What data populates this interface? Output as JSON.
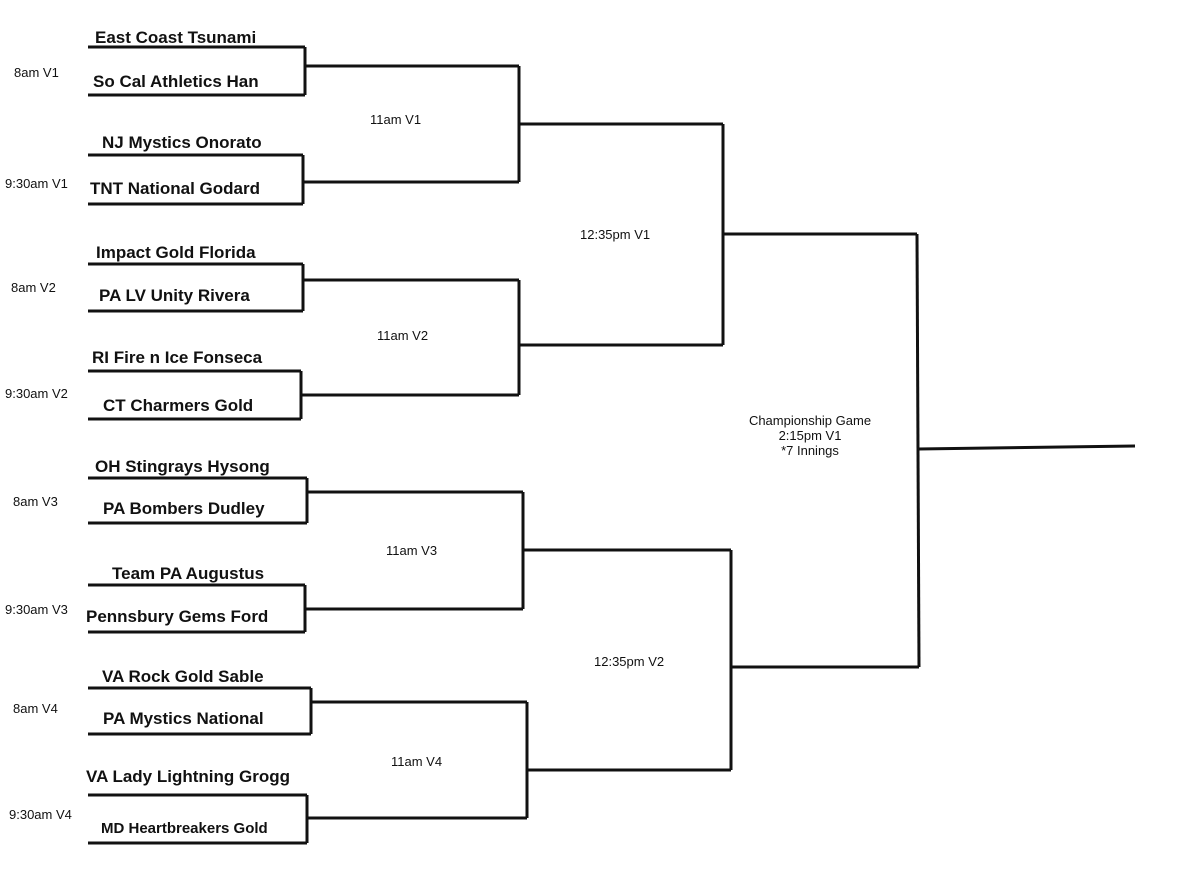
{
  "bracket": {
    "round1": {
      "games": [
        {
          "time": "8am V1",
          "teams": [
            "East Coast Tsunami",
            "So Cal Athletics Han"
          ]
        },
        {
          "time": "9:30am V1",
          "teams": [
            "NJ Mystics Onorato",
            "TNT National Godard"
          ]
        },
        {
          "time": "8am V2",
          "teams": [
            "Impact Gold Florida",
            "PA LV Unity Rivera"
          ]
        },
        {
          "time": "9:30am V2",
          "teams": [
            "RI Fire n Ice Fonseca",
            "CT Charmers Gold"
          ]
        },
        {
          "time": "8am V3",
          "teams": [
            "OH Stingrays Hysong",
            "PA Bombers Dudley"
          ]
        },
        {
          "time": "9:30am V3",
          "teams": [
            "Team PA Augustus",
            "Pennsbury Gems Ford"
          ]
        },
        {
          "time": "8am V4",
          "teams": [
            "VA Rock Gold Sable",
            "PA Mystics National"
          ]
        },
        {
          "time": "9:30am V4",
          "teams": [
            "VA Lady Lightning Grogg",
            "MD Heartbreakers Gold"
          ]
        }
      ]
    },
    "round2": {
      "games": [
        {
          "time": "11am V1"
        },
        {
          "time": "11am V2"
        },
        {
          "time": "11am V3"
        },
        {
          "time": "11am V4"
        }
      ]
    },
    "semifinals": {
      "games": [
        {
          "time": "12:35pm V1"
        },
        {
          "time": "12:35pm V2"
        }
      ]
    },
    "championship": {
      "title": "Championship Game",
      "time": "2:15pm V1",
      "note": "*7 Innings"
    }
  }
}
